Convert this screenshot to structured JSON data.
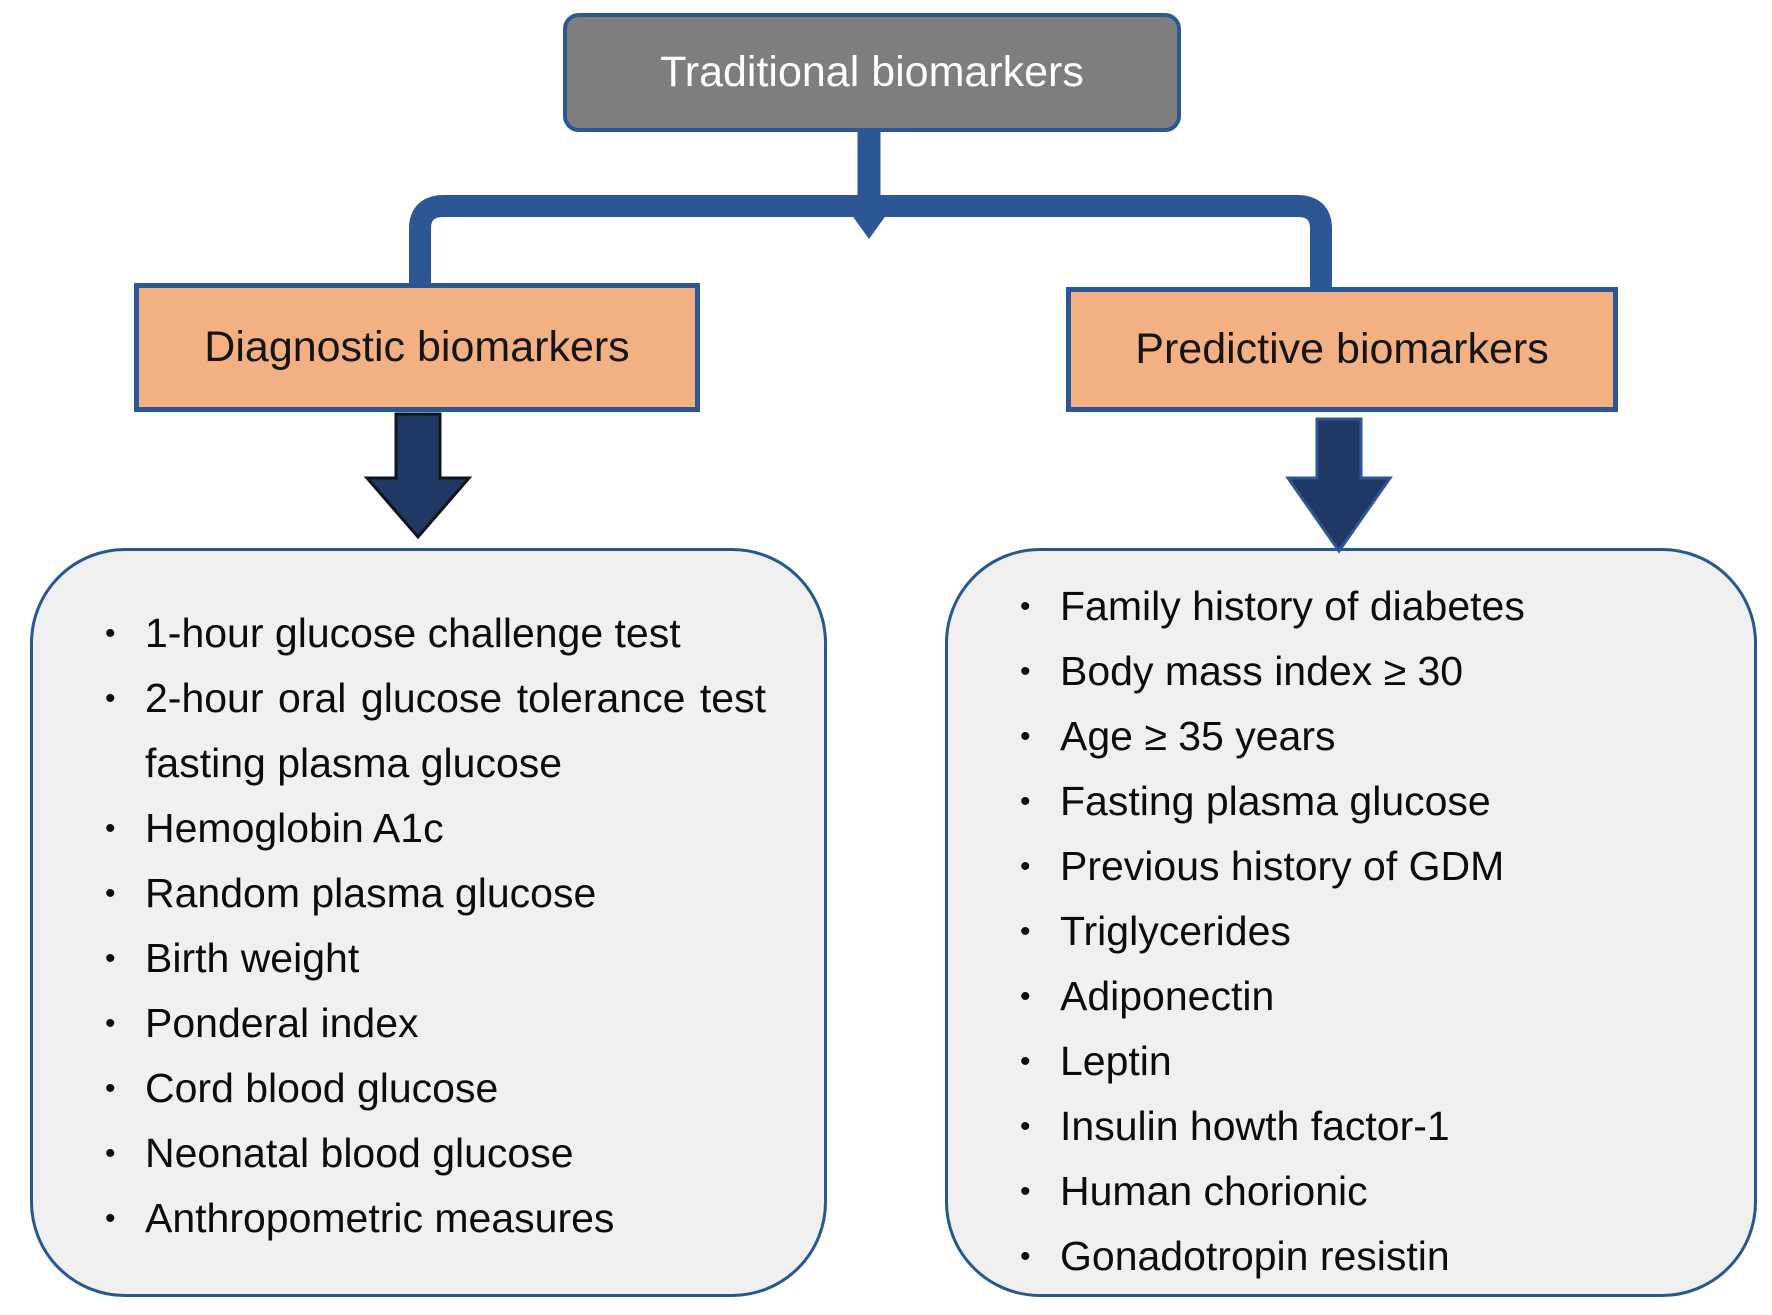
{
  "diagram": {
    "root": {
      "label": "Traditional biomarkers"
    },
    "branches": [
      {
        "label": "Diagnostic biomarkers",
        "items": [
          "1-hour glucose challenge test",
          "2-hour oral glucose tolerance test fasting plasma glucose",
          "Hemoglobin A1c",
          "Random plasma glucose",
          "Birth weight",
          "Ponderal index",
          "Cord blood glucose",
          "Neonatal blood glucose",
          "Anthropometric measures"
        ]
      },
      {
        "label": "Predictive biomarkers",
        "items": [
          "Family history of diabetes",
          "Body mass index ≥ 30",
          "Age ≥ 35 years",
          "Fasting plasma glucose",
          "Previous history of GDM",
          "Triglycerides",
          "Adiponectin",
          "Leptin",
          "Insulin howth factor-1",
          "Human chorionic",
          "Gonadotropin resistin"
        ]
      }
    ]
  },
  "colors": {
    "connector_blue": "#2d5694",
    "arrow_fill": "#1f3864",
    "arrow_outline_left": "#10151c",
    "arrow_outline_right": "#2d5694",
    "root_fill": "#7e7e7e",
    "root_border": "#2d5694",
    "root_text": "#ffffff",
    "branch_fill": "#f3b183",
    "branch_border": "#2d5694",
    "list_fill": "#f0f0f0",
    "list_border": "#26588f",
    "list_text": "#0c0c0c"
  }
}
